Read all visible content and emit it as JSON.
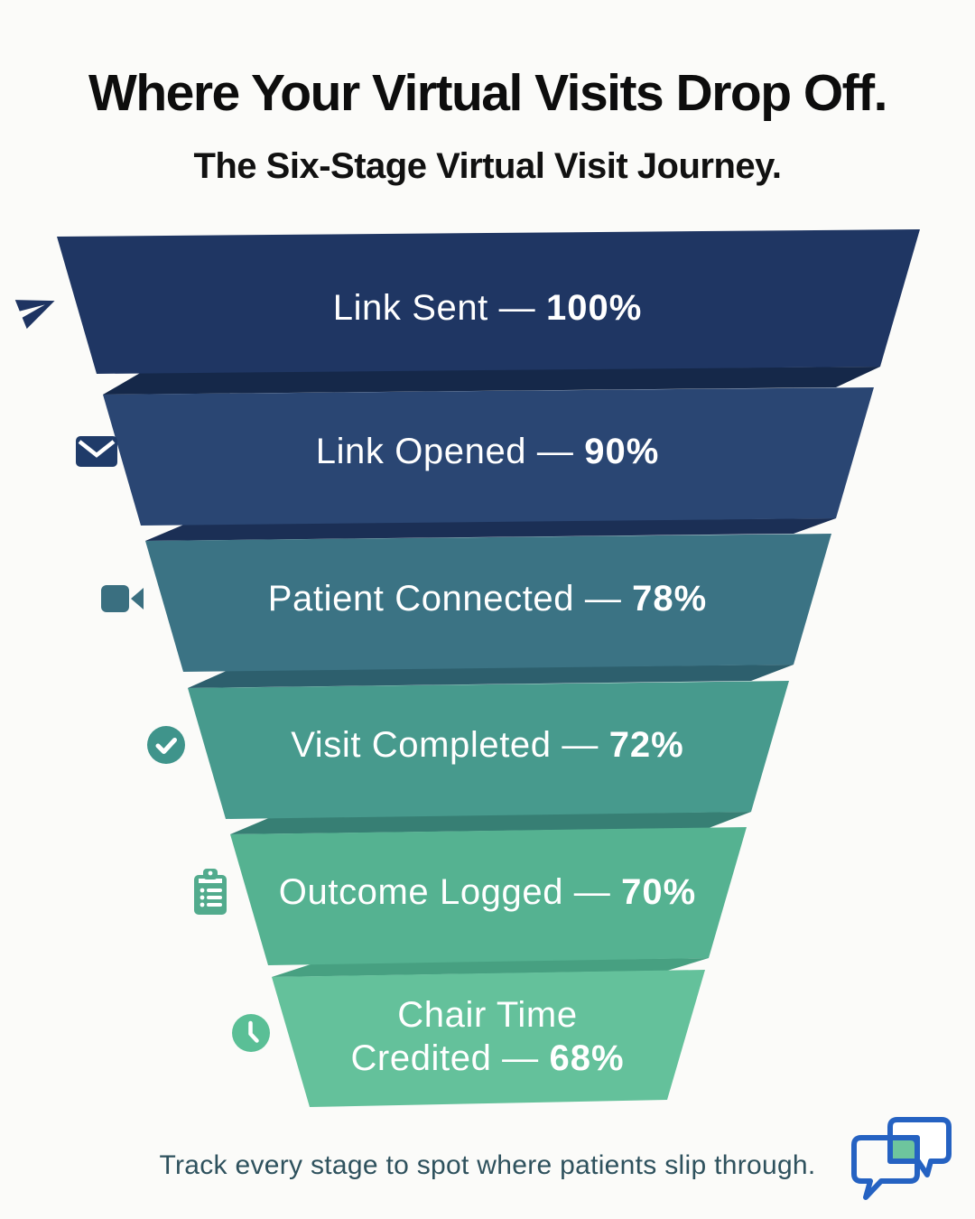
{
  "header": {
    "title": "Where Your Virtual Visits Drop Off.",
    "subtitle": "The Six-Stage Virtual Visit Journey."
  },
  "chart_data": {
    "type": "funnel",
    "title": "Where Your Virtual Visits Drop Off.",
    "subtitle": "The Six-Stage Virtual Visit Journey.",
    "orientation": "top-to-bottom",
    "stages": [
      "Link Sent",
      "Link Opened",
      "Patient Connected",
      "Visit Completed",
      "Outcome Logged",
      "Chair Time Credited"
    ],
    "values_percent": [
      100,
      90,
      78,
      72,
      70,
      68
    ],
    "colors": [
      "#1f3663",
      "#2a4673",
      "#3b7384",
      "#479a8d",
      "#55b291",
      "#64c19b"
    ]
  },
  "funnel": {
    "separator": "—",
    "stages": [
      {
        "label": "Link Sent",
        "value": "100%",
        "icon": "paper-plane-icon",
        "color": "#1f3663",
        "icon_color": "#1e3462"
      },
      {
        "label": "Link Opened",
        "value": "90%",
        "icon": "envelope-icon",
        "color": "#2a4673",
        "icon_color": "#1f3b69"
      },
      {
        "label": "Patient Connected",
        "value": "78%",
        "icon": "video-camera-icon",
        "color": "#3b7384",
        "icon_color": "#3a6f80"
      },
      {
        "label": "Visit Completed",
        "value": "72%",
        "icon": "check-circle-icon",
        "color": "#479a8d",
        "icon_color": "#3f948b"
      },
      {
        "label": "Outcome Logged",
        "value": "70%",
        "icon": "clipboard-icon",
        "color": "#55b291",
        "icon_color": "#52ab8d"
      },
      {
        "label_line1": "Chair Time",
        "label_line2": "Credited",
        "value": "68%",
        "icon": "clock-icon",
        "color": "#64c19b",
        "icon_color": "#5abf96"
      }
    ],
    "folds": [
      {
        "color": "#152849"
      },
      {
        "color": "#1b2f55"
      },
      {
        "color": "#2d5f6d"
      },
      {
        "color": "#377f74"
      },
      {
        "color": "#47a081"
      }
    ]
  },
  "footer": {
    "text": "Track every stage to spot where patients slip through.",
    "logo_blue": "#2562c2",
    "logo_green": "#6ec59d"
  }
}
